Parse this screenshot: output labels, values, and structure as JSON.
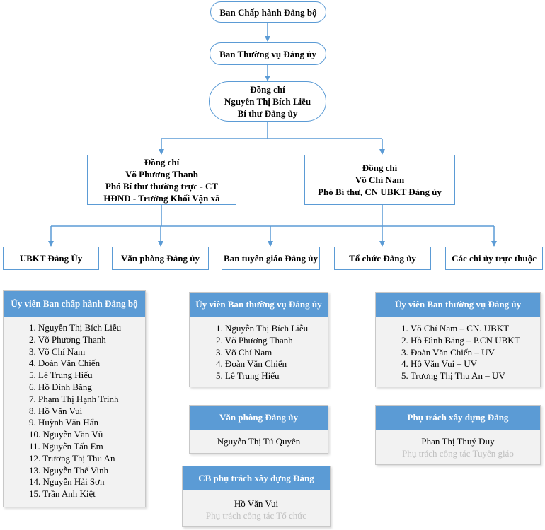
{
  "top": {
    "executive_committee": "Ban Chấp hành Đảng bộ",
    "standing_committee": "Ban Thường vụ Đảng ủy",
    "secretary": [
      "Đồng chí",
      "Nguyễn Thị Bích Liễu",
      "Bí thư Đảng ủy"
    ]
  },
  "deputies": {
    "left": [
      "Đồng chí",
      "Võ Phương Thanh",
      "Phó Bí thư thường trực - CT",
      "HĐND - Trưởng Khối Vận xã"
    ],
    "right": [
      "Đồng chí",
      "Võ Chí Nam",
      "Phó Bí thư, CN UBKT Đảng ủy"
    ]
  },
  "departments": [
    "UBKT Đảng Ủy",
    "Văn phòng Đảng ủy",
    "Ban tuyên giáo Đảng ủy",
    "Tổ chức Đảng ủy",
    "Các chi ủy trực thuộc"
  ],
  "panels": {
    "executive_members": {
      "title": "Ủy viên Ban chấp hành Đảng bộ",
      "items": [
        "1. Nguyễn Thị Bích Liễu",
        "2. Võ Phương Thanh",
        "3. Võ Chí Nam",
        "4. Đoàn Văn Chiến",
        "5. Lê Trung Hiếu",
        "6. Hồ Đình Băng",
        "7. Phạm Thị Hạnh Trinh",
        "8. Hồ Văn Vui",
        "9. Huỳnh Văn Hẩn",
        "10. Nguyễn Văn Vũ",
        "11. Nguyễn Tấn Em",
        "12. Trương Thị Thu An",
        "13. Nguyễn Thế Vinh",
        "14. Nguyễn Hải Sơn",
        "15. Trần Anh Kiệt"
      ]
    },
    "standing_members_a": {
      "title": "Ủy viên Ban thường vụ Đảng ủy",
      "items": [
        "1. Nguyễn Thị Bích Liễu",
        "2. Võ Phương Thanh",
        "3. Võ Chí Nam",
        "4. Đoàn Văn Chiến",
        "5. Lê Trung Hiếu"
      ]
    },
    "office": {
      "title": "Văn phòng Đảng ủy",
      "name": "Nguyễn Thị Tú Quyên"
    },
    "party_building_cb": {
      "title": "CB phụ trách xây dựng Đảng",
      "name": "Hồ Văn Vui",
      "role": "Phụ trách công tác Tổ chức"
    },
    "standing_members_b": {
      "title": "Ủy viên Ban thường vụ Đảng ủy",
      "items": [
        "1. Võ Chí Nam – CN. UBKT",
        "2. Hồ Đình Băng – P.CN UBKT",
        "3. Đoàn Văn Chiến – UV",
        "4. Hồ Văn Vui – UV",
        "5. Trương Thị Thu An – UV"
      ]
    },
    "party_building_lead": {
      "title": "Phụ trách xây dựng Đảng",
      "name": "Phan Thị Thuý Duy",
      "role": "Phụ trách công tác Tuyên giáo"
    }
  },
  "colors": {
    "accent": "#5b9bd5",
    "panel_bg": "#f2f2f2",
    "faded_text": "#bfbfbf"
  }
}
